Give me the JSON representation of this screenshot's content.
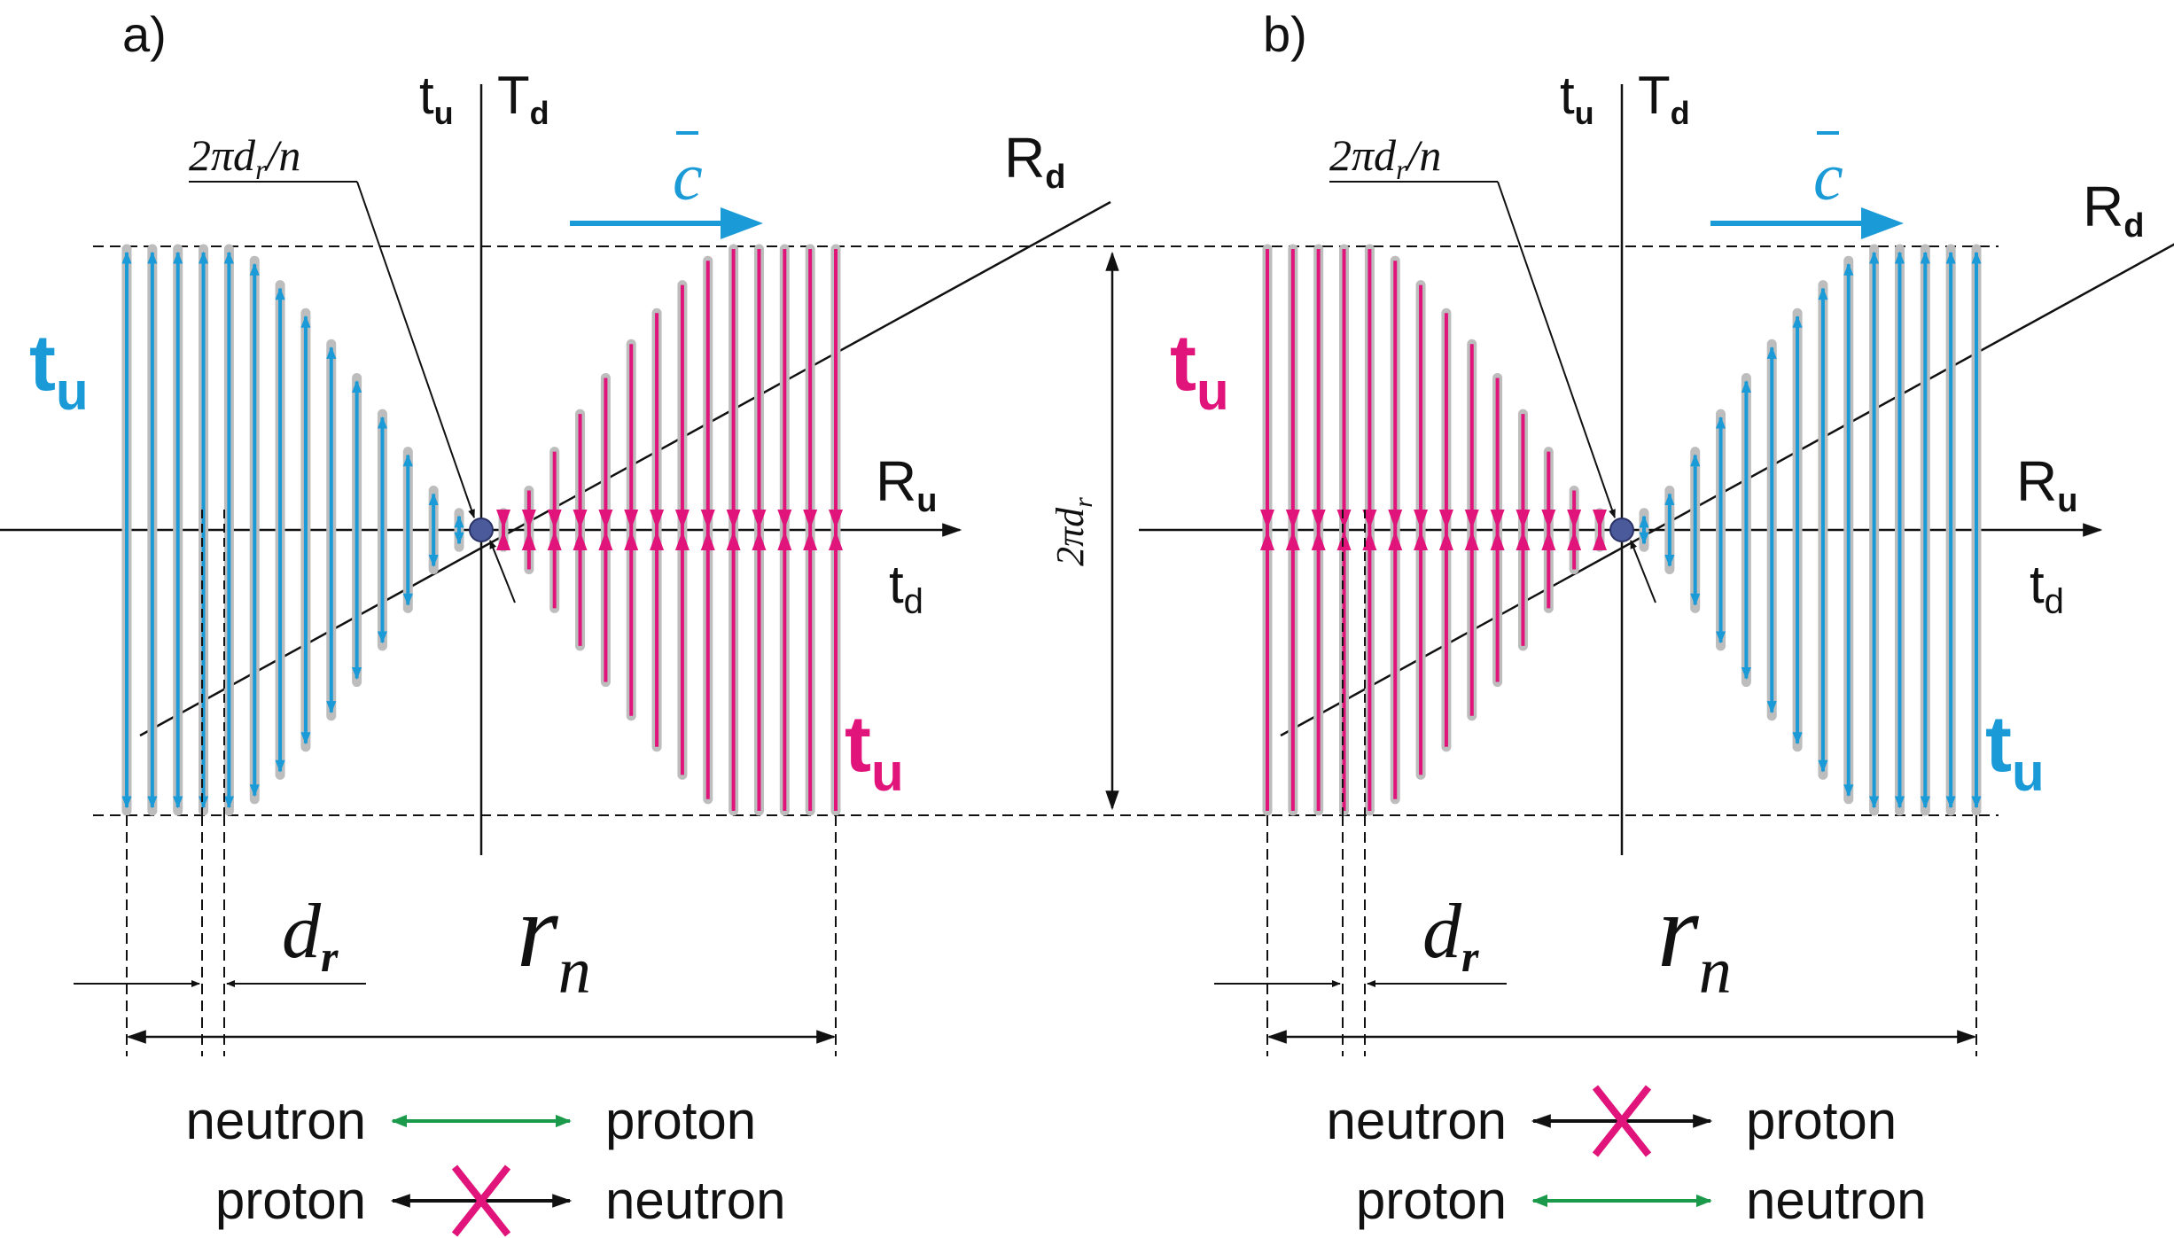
{
  "panels": [
    {
      "id": "a",
      "label": "a)",
      "axis_vertical_top": "t",
      "axis_vertical_top_sub": "u",
      "axis_vertical_top2": "T",
      "axis_vertical_top2_sub": "d",
      "axis_horizontal_upper": "R",
      "axis_horizontal_upper_sub": "u",
      "axis_horizontal_lower": "t",
      "axis_horizontal_lower_sub": "d",
      "diagonal_label": "R",
      "diagonal_label_sub": "d",
      "callout": "2πd",
      "callout_sub": "r",
      "callout_tail": "/n",
      "velocity_label": "c",
      "left_region_label": "t",
      "left_region_label_sub": "u",
      "left_region_color": "#1a9ad6",
      "right_region_label": "t",
      "right_region_label_sub": "u",
      "right_region_color": "#e0147a",
      "dim_small": "d",
      "dim_small_sub": "r",
      "dim_large": "r",
      "dim_large_sub": "n",
      "legend": [
        {
          "left": "neutron",
          "right": "proton",
          "arrow": "green"
        },
        {
          "left": "proton",
          "right": "neutron",
          "arrow": "crossed"
        }
      ]
    },
    {
      "id": "b",
      "label": "b)",
      "axis_vertical_top": "t",
      "axis_vertical_top_sub": "u",
      "axis_vertical_top2": "T",
      "axis_vertical_top2_sub": "d",
      "axis_horizontal_upper": "R",
      "axis_horizontal_upper_sub": "u",
      "axis_horizontal_lower": "t",
      "axis_horizontal_lower_sub": "d",
      "diagonal_label": "R",
      "diagonal_label_sub": "d",
      "callout": "2πd",
      "callout_sub": "r",
      "callout_tail": "/n",
      "velocity_label": "c",
      "left_region_label": "t",
      "left_region_label_sub": "u",
      "left_region_color": "#e0147a",
      "right_region_label": "t",
      "right_region_label_sub": "u",
      "right_region_color": "#1a9ad6",
      "dim_small": "d",
      "dim_small_sub": "r",
      "dim_large": "r",
      "dim_large_sub": "n",
      "legend": [
        {
          "left": "neutron",
          "right": "proton",
          "arrow": "crossed"
        },
        {
          "left": "proton",
          "right": "neutron",
          "arrow": "green"
        }
      ]
    }
  ],
  "height_label": "2πd",
  "height_label_sub": "r",
  "colors": {
    "blue": "#1a9ad6",
    "magenta": "#e0147a",
    "green": "#1a9a4a",
    "gray": "#bdbdbd",
    "black": "#111111",
    "dot": "#4a5a9a"
  }
}
